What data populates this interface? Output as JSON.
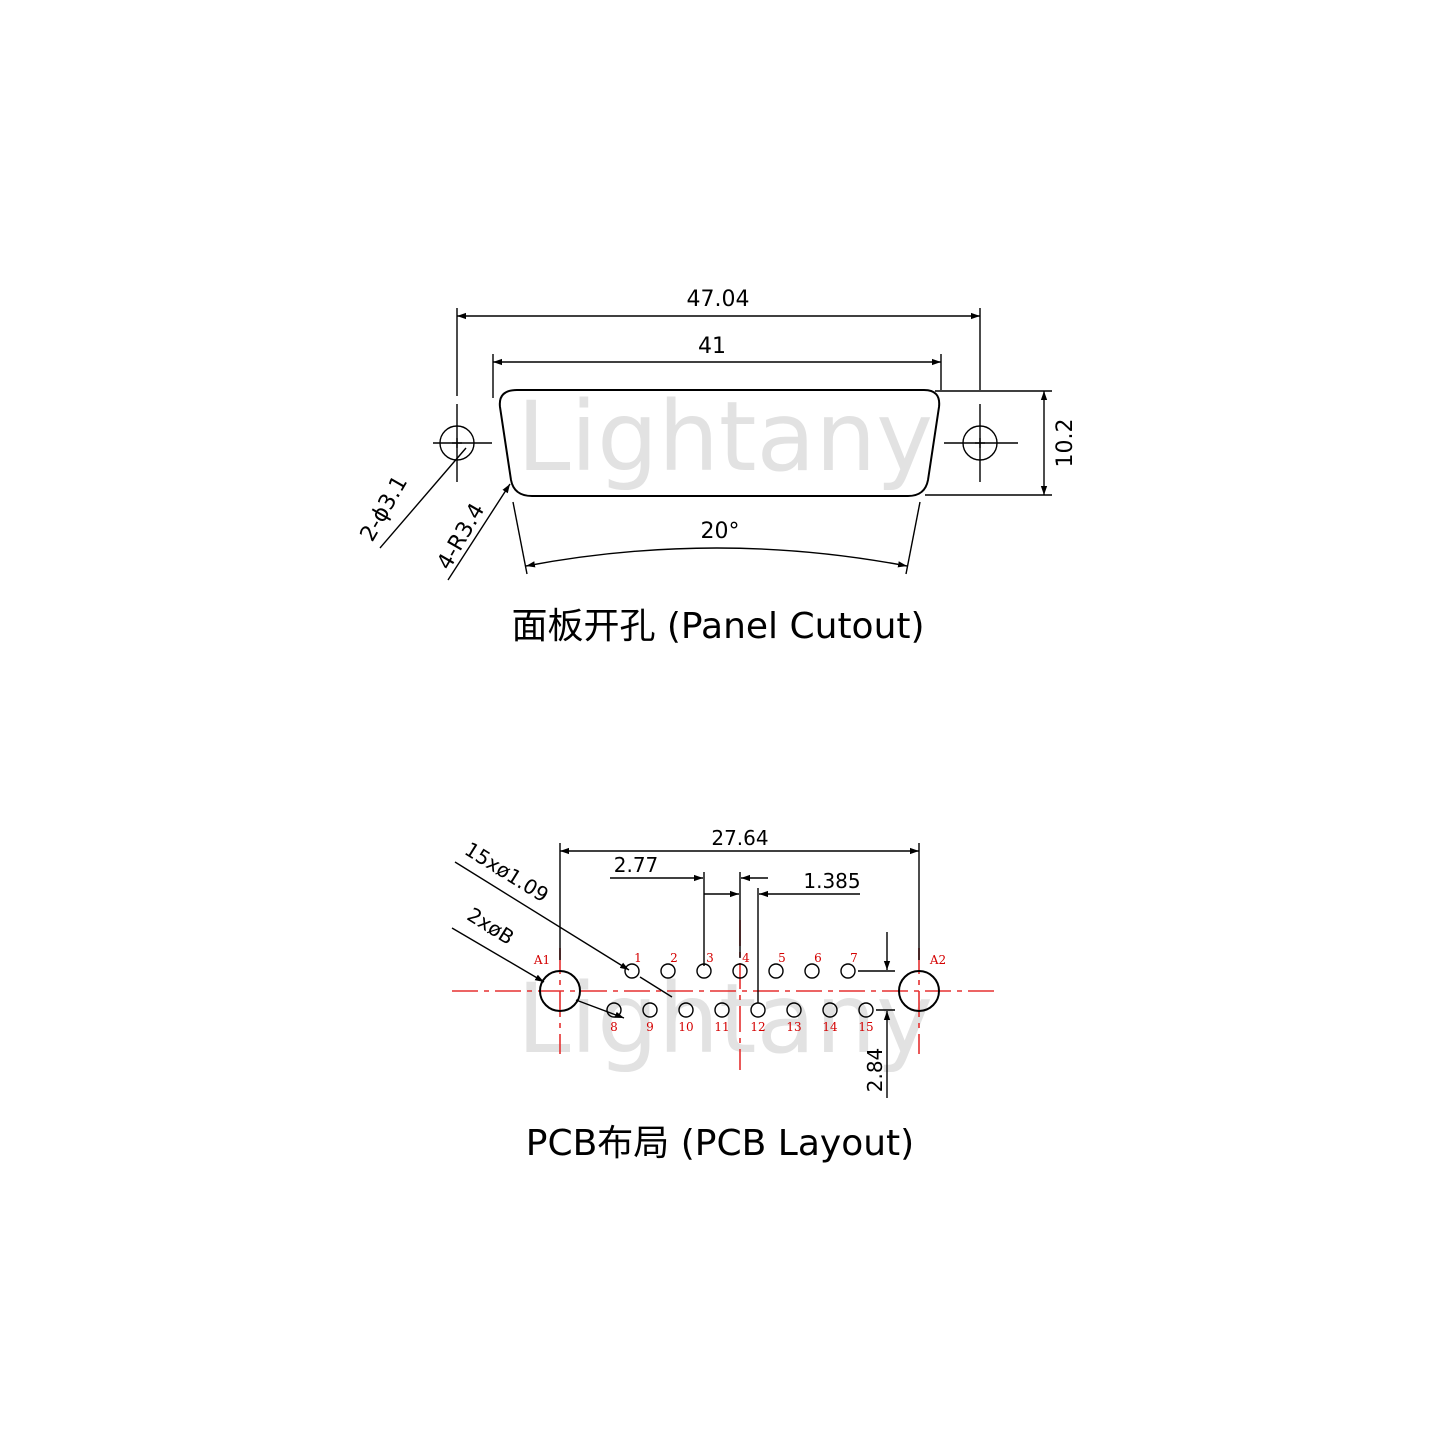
{
  "watermark": "Lightany",
  "panel_cutout": {
    "caption": "面板开孔 (Panel Cutout)",
    "dim_overall_width": "47.04",
    "dim_body_width": "41",
    "dim_height": "10.2",
    "dim_angle": "20°",
    "dim_holes": "2-ϕ3.1",
    "dim_radius": "4-R3.4"
  },
  "pcb_layout": {
    "caption": "PCB布局 (PCB Layout)",
    "dim_mount_spacing": "27.64",
    "dim_pin_pitch": "2.77",
    "dim_row_offset": "1.385",
    "dim_row_spacing": "2.84",
    "dim_pin_holes": "15xø1.09",
    "dim_mount_holes": "2xøB",
    "mount_labels": [
      "A1",
      "A2"
    ],
    "top_row_pins": [
      "1",
      "2",
      "3",
      "4",
      "5",
      "6",
      "7"
    ],
    "bottom_row_pins": [
      "8",
      "9",
      "10",
      "11",
      "12",
      "13",
      "14",
      "15"
    ]
  },
  "colors": {
    "line": "#000000",
    "centerline": "#e53030",
    "pin_label": "#d40000",
    "watermark": "#e2e2e2"
  }
}
